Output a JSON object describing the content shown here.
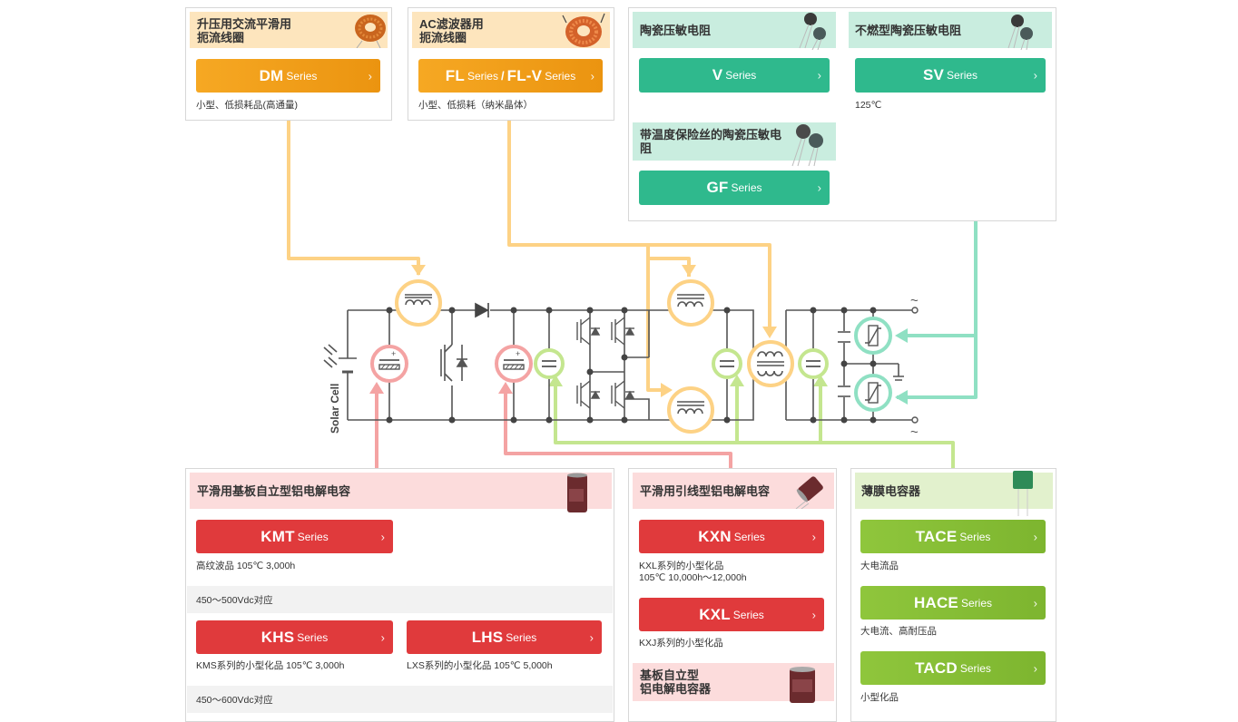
{
  "cards": {
    "dm": {
      "title_lines": [
        "升压用交流平滑用",
        "扼流线圈"
      ],
      "button": {
        "name": "DM",
        "suffix": "Series"
      },
      "desc": "小型、低损耗品(高通量)",
      "thumb": "toroidal-choke-coil"
    },
    "fl": {
      "title_lines": [
        "AC滤波器用",
        "扼流线圈"
      ],
      "button": {
        "name": "FL",
        "suffix": "Series",
        "sep": "/",
        "name2": "FL-V",
        "suffix2": "Series"
      },
      "desc": "小型、低损耗（纳米晶体）",
      "thumb": "toroidal-choke-coil"
    },
    "v": {
      "title": "陶瓷压敏电阻",
      "button": {
        "name": "V",
        "suffix": "Series"
      },
      "thumb": "disc-varistor"
    },
    "sv": {
      "title": "不燃型陶瓷压敏电阻",
      "button": {
        "name": "SV",
        "suffix": "Series"
      },
      "desc": "125℃",
      "thumb": "disc-varistor"
    },
    "gf": {
      "title_lines": [
        "带温度保险丝的陶瓷压敏电",
        "阻"
      ],
      "button": {
        "name": "GF",
        "suffix": "Series"
      },
      "thumb": "disc-varistor"
    },
    "kmt": {
      "title": "平滑用基板自立型铝电解电容",
      "button": {
        "name": "KMT",
        "suffix": "Series"
      },
      "desc": "高纹波品 105℃ 3,000h",
      "band1": "450～500Vdc对应",
      "khs": {
        "name": "KHS",
        "suffix": "Series",
        "desc": "KMS系列的小型化品 105℃ 3,000h"
      },
      "lhs": {
        "name": "LHS",
        "suffix": "Series",
        "desc": "LXS系列的小型化品 105℃ 5,000h"
      },
      "band2": "450～600Vdc对应",
      "thumb": "snap-in-capacitor"
    },
    "kxn": {
      "title": "平滑用引线型铝电解电容",
      "button": {
        "name": "KXN",
        "suffix": "Series"
      },
      "desc_lines": [
        "KXL系列的小型化品",
        "105℃ 10,000h～12,000h"
      ],
      "kxl": {
        "name": "KXL",
        "suffix": "Series",
        "desc": "KXJ系列的小型化品"
      },
      "sub_title_lines": [
        "基板自立型",
        "铝电解电容器"
      ],
      "thumb": "radial-capacitor"
    },
    "film": {
      "title": "薄膜电容器",
      "tace": {
        "name": "TACE",
        "suffix": "Series",
        "desc": "大电流品"
      },
      "hace": {
        "name": "HACE",
        "suffix": "Series",
        "desc": "大电流、高耐压品"
      },
      "tacd": {
        "name": "TACD",
        "suffix": "Series",
        "desc": "小型化品"
      },
      "thumb": "film-capacitor"
    }
  },
  "circuit": {
    "solar_label": "Solar Cell",
    "ac_symbol_top": "~",
    "ac_symbol_bottom": "~"
  },
  "colors": {
    "orange": "#f6a823",
    "green": "#2fb98d",
    "red": "#e03a3c",
    "lime": "#8fc63c",
    "orange_header": "#fde5bd",
    "green_header": "#c9eddf",
    "red_header": "#fcdcdc",
    "lime_header": "#e2f1cd",
    "orange_line": "#fdd285",
    "green_line": "#8fe0c3",
    "red_line": "#f4a3a3",
    "lime_line": "#c4e68f"
  }
}
